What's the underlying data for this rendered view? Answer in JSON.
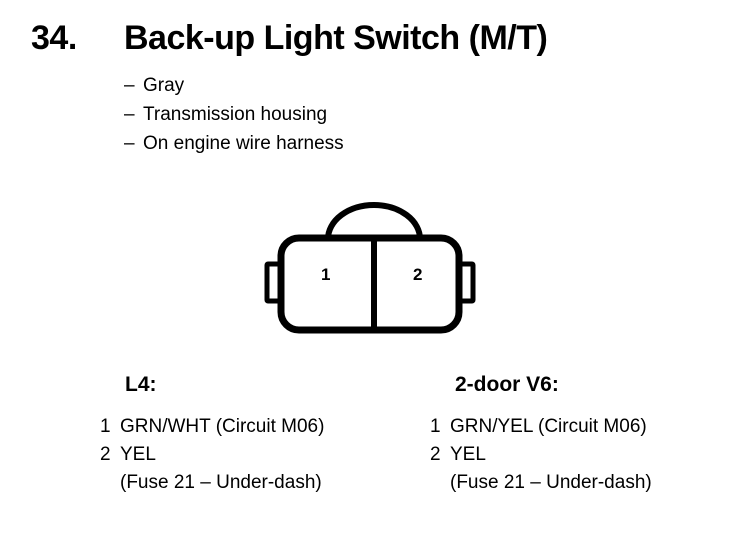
{
  "header": {
    "number": "34.",
    "title": "Back-up Light Switch (M/T)"
  },
  "specs": {
    "dash": "–",
    "items": [
      {
        "text": "Gray"
      },
      {
        "text": "Transmission housing"
      },
      {
        "text": "On engine wire harness"
      }
    ]
  },
  "connector": {
    "name": "2-cavity-connector",
    "pins": [
      {
        "label": "1"
      },
      {
        "label": "2"
      }
    ],
    "stroke_color": "#000000",
    "fill_color": "#ffffff"
  },
  "wiring": {
    "columns": [
      {
        "heading": "L4:",
        "rows": [
          {
            "pin": "1",
            "desc": "GRN/WHT (Circuit M06)"
          },
          {
            "pin": "2",
            "desc": "YEL"
          }
        ],
        "note": "(Fuse 21 – Under-dash)"
      },
      {
        "heading": "2-door V6:",
        "rows": [
          {
            "pin": "1",
            "desc": "GRN/YEL (Circuit M06)"
          },
          {
            "pin": "2",
            "desc": "YEL"
          }
        ],
        "note": "(Fuse 21 – Under-dash)"
      }
    ]
  }
}
